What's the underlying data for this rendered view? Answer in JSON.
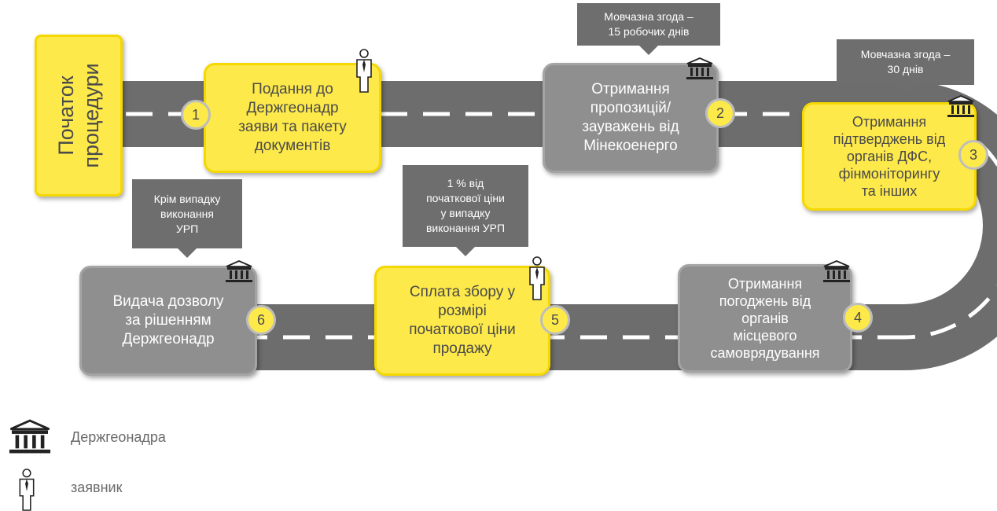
{
  "start": {
    "label": "Початок\nпроцедури"
  },
  "steps": [
    {
      "num": "1",
      "text": "Подання до\nДержгеонадр\nзаяви та пакету\nдокументів"
    },
    {
      "num": "2",
      "text": "Отримання\nпропозицій/\nзауважень  від\nМінекоенерго"
    },
    {
      "num": "3",
      "text": "Отримання\nпідтверджень від\nорганів ДФС,\nфінмоніторингу\nта інших"
    },
    {
      "num": "4",
      "text": "Отримання\nпогоджень від\nорганів\nмісцевого\nсамоврядування"
    },
    {
      "num": "5",
      "text": "Сплата збору у\nрозмірі\nпочаткової ціни\nпродажу"
    },
    {
      "num": "6",
      "text": "Видача дозволу\nза рішенням\nДержгеонадр"
    }
  ],
  "callouts": [
    {
      "text": "Мовчазна згода –\n15 робочих днів"
    },
    {
      "text": "Мовчазна згода –\n30 днів"
    },
    {
      "text": "1 % від\nпочаткової ціни\nу випадку\nвиконання УРП"
    },
    {
      "text": "Крім випадку\nвиконання\nУРП"
    }
  ],
  "legend": [
    {
      "icon": "building-icon",
      "label": "Держгеонадра"
    },
    {
      "icon": "person-icon",
      "label": "заявник"
    }
  ],
  "colors": {
    "road": "#6d6d6d",
    "yellow": "#fde94a",
    "gray": "#8f8f8f",
    "callout": "#6e6e6e"
  }
}
